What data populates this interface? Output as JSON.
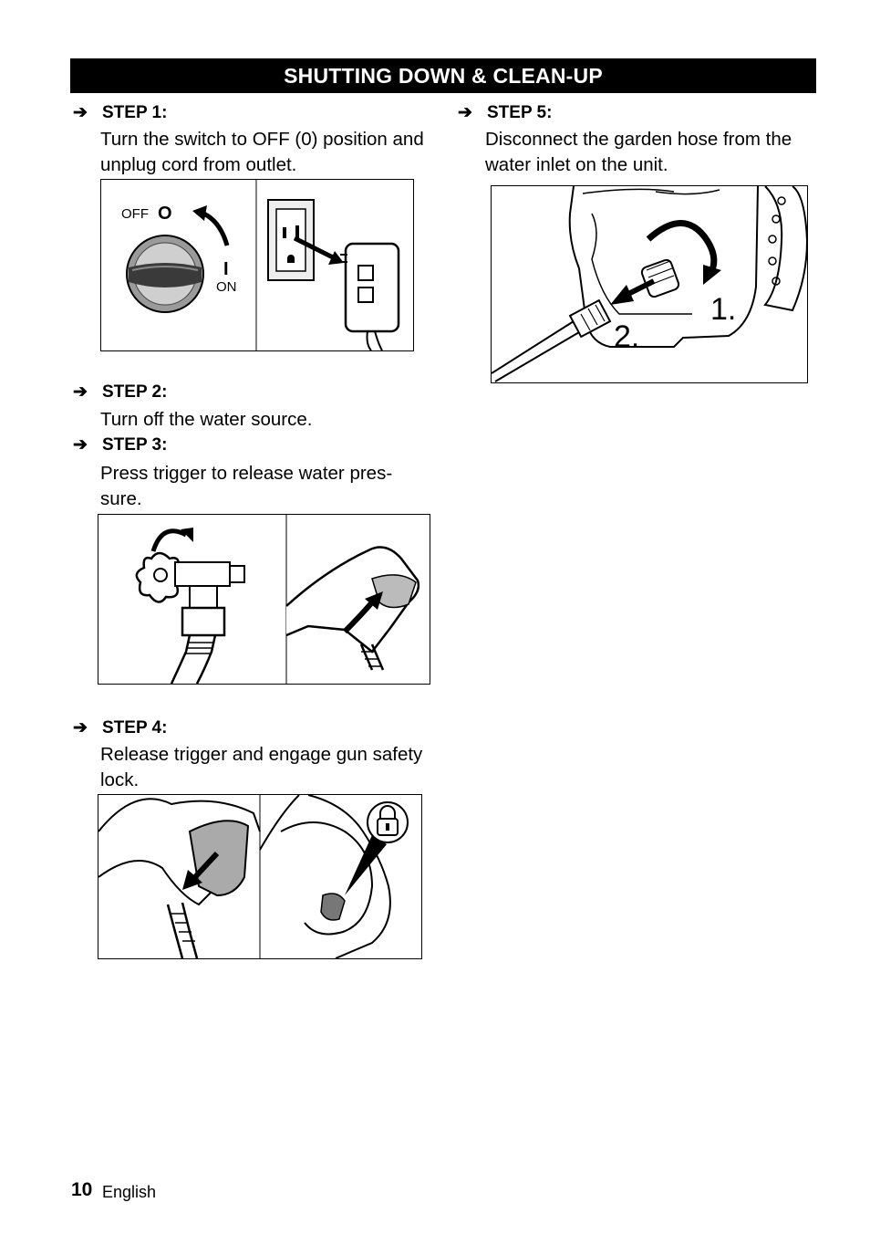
{
  "header": {
    "title": "SHUTTING DOWN & CLEAN-UP"
  },
  "steps": [
    {
      "label": "STEP 1:",
      "text": "Turn the switch to OFF (0) position and unplug cord from outlet."
    },
    {
      "label": "STEP 2:",
      "text": "Turn off the water source."
    },
    {
      "label": "STEP 3:",
      "text": "Press trigger to release water pres-sure."
    },
    {
      "label": "STEP 4:",
      "text": "Release trigger and engage gun safety lock."
    },
    {
      "label": "STEP 5:",
      "text": "Disconnect the garden hose from the water inlet on the unit."
    }
  ],
  "figures": {
    "switch": {
      "off_label": "OFF",
      "off_symbol": "O",
      "on_symbol": "I",
      "on_label": "ON"
    },
    "inlet": {
      "callout_1": "1.",
      "callout_2": "2."
    }
  },
  "footer": {
    "page_number": "10",
    "language": "English"
  },
  "icons": {
    "step_bullet": "arrow-right-icon",
    "lock": "padlock-icon"
  }
}
